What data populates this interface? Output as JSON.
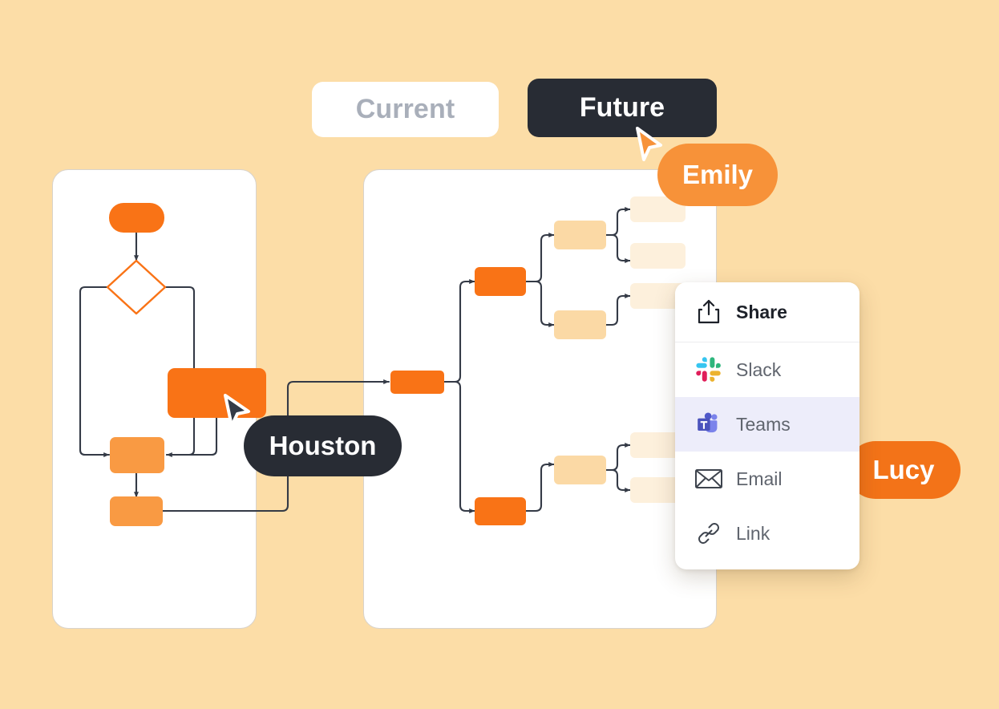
{
  "background_color": "#FCDDA7",
  "tabs": [
    {
      "label": "Current",
      "state": "inactive",
      "bg": "#FFFFFF",
      "fg": "#A9AFBA"
    },
    {
      "label": "Future",
      "state": "active",
      "bg": "#282C34",
      "fg": "#FFFFFF"
    }
  ],
  "panels": {
    "left": {
      "name": "current-diagram-panel",
      "type": "flowchart"
    },
    "right": {
      "name": "future-diagram-panel",
      "type": "tree"
    }
  },
  "cursors": [
    {
      "name": "Emily",
      "pill_color": "#F79239",
      "arrow_color": "#F79239",
      "arrow_outline": "#FFFFFF",
      "text_color": "#FFFFFF"
    },
    {
      "name": "Houston",
      "pill_color": "#282C34",
      "arrow_color": "#343A46",
      "arrow_outline": "#FFFFFF",
      "text_color": "#FFFFFF"
    },
    {
      "name": "Lucy",
      "pill_color": "#F37318",
      "arrow_color": "#F37318",
      "arrow_outline": "#FFFFFF",
      "text_color": "#FFFFFF"
    }
  ],
  "share_menu": {
    "header": {
      "label": "Share",
      "icon": "share-upload-icon"
    },
    "items": [
      {
        "label": "Slack",
        "icon": "slack-icon",
        "active": false
      },
      {
        "label": "Teams",
        "icon": "microsoft-teams-icon",
        "active": true
      },
      {
        "label": "Email",
        "icon": "envelope-icon",
        "active": false
      },
      {
        "label": "Link",
        "icon": "link-chain-icon",
        "active": false
      }
    ],
    "highlight_color": "#EDEDFA"
  },
  "palette": {
    "node_orange_strong": "#F97316",
    "node_orange": "#F99A43",
    "node_peach": "#FBD9A5",
    "node_cream": "#FDF0DC",
    "connector": "#343A46",
    "panel_border": "#D8D3CC",
    "panel_bg": "#FFFFFF"
  },
  "diagram_left": {
    "nodes": [
      {
        "id": "start",
        "shape": "pill",
        "fill": "#F97316"
      },
      {
        "id": "decision",
        "shape": "diamond",
        "fill": "#FFFFFF",
        "stroke": "#F97316"
      },
      {
        "id": "big",
        "shape": "rect",
        "fill": "#F97316"
      },
      {
        "id": "merge",
        "shape": "rect",
        "fill": "#F99A43"
      },
      {
        "id": "end",
        "shape": "rect",
        "fill": "#F99A43"
      }
    ]
  },
  "diagram_right": {
    "levels": [
      {
        "tier": 1,
        "count": 1,
        "fill": "#F97316"
      },
      {
        "tier": 2,
        "count": 2,
        "fill": "#F97316"
      },
      {
        "tier": 3,
        "count": 4,
        "fill": "#FBD9A5"
      },
      {
        "tier": 4,
        "count": 6,
        "fill": "#FDF0DC"
      }
    ]
  }
}
